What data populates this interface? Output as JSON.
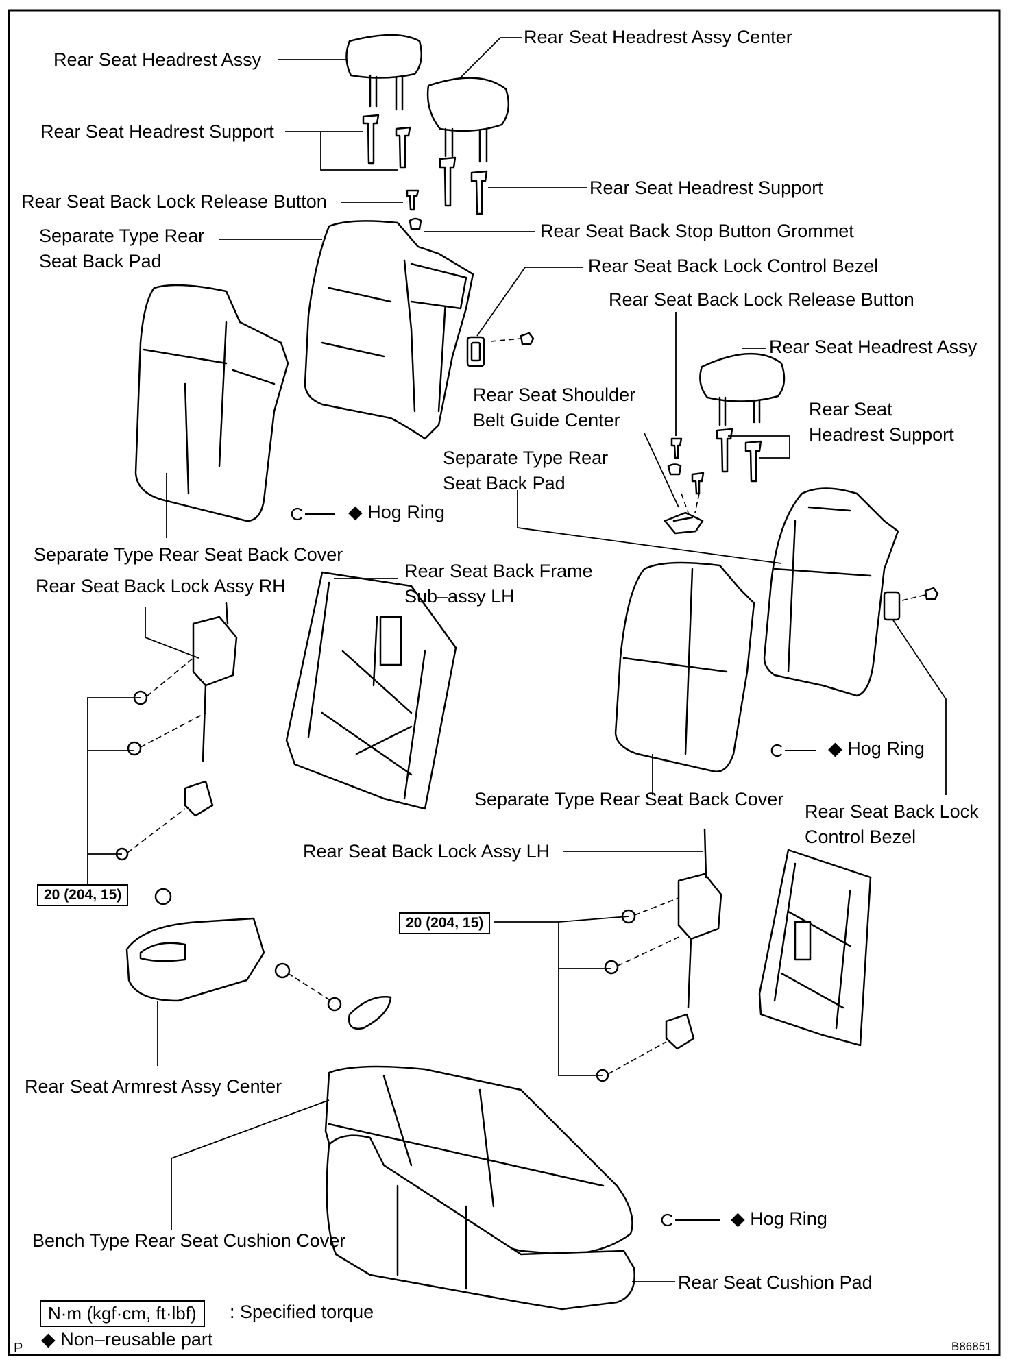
{
  "labels": {
    "headrest_assy_tl": "Rear Seat Headrest Assy",
    "headrest_assy_center": "Rear Seat Headrest Assy Center",
    "headrest_support_tl": "Rear Seat Headrest Support",
    "headrest_support_tr": "Rear Seat Headrest Support",
    "lock_release_button_l": "Rear Seat Back Lock Release Button",
    "stop_button_grommet": "Rear Seat Back Stop Button Grommet",
    "sep_pad_l_line1": "Separate Type Rear",
    "sep_pad_l_line2": "Seat Back Pad",
    "lock_control_bezel_top": "Rear Seat Back Lock Control Bezel",
    "lock_release_button_r": "Rear Seat Back Lock Release Button",
    "headrest_assy_r": "Rear Seat Headrest Assy",
    "shoulder_belt_line1": "Rear Seat Shoulder",
    "shoulder_belt_line2": "Belt Guide Center",
    "headrest_support_r_line1": "Rear Seat",
    "headrest_support_r_line2": "Headrest Support",
    "sep_pad_r_line1": "Separate Type Rear",
    "sep_pad_r_line2": "Seat Back Pad",
    "hog_ring": "Hog Ring",
    "sep_cover_l": "Separate Type Rear Seat Back Cover",
    "lock_assy_rh": "Rear Seat Back Lock Assy RH",
    "frame_line1": "Rear Seat Back Frame",
    "frame_line2": "Sub–assy LH",
    "sep_cover_r": "Separate Type Rear Seat Back Cover",
    "lock_bezel_r_line1": "Rear Seat Back Lock",
    "lock_bezel_r_line2": "Control Bezel",
    "lock_assy_lh": "Rear Seat Back Lock Assy LH",
    "torque_value": "20 (204, 15)",
    "armrest": "Rear Seat Armrest Assy Center",
    "cushion_cover": "Bench Type Rear Seat Cushion Cover",
    "cushion_pad": "Rear Seat Cushion Pad"
  },
  "legend": {
    "torque_units": "N·m (kgf·cm, ft·lbf)",
    "torque_meaning": ": Specified torque",
    "non_reusable_symbol": "◆",
    "non_reusable": "Non–reusable part"
  },
  "footer": {
    "corner_mark": "P",
    "figure_id": "B86851"
  }
}
